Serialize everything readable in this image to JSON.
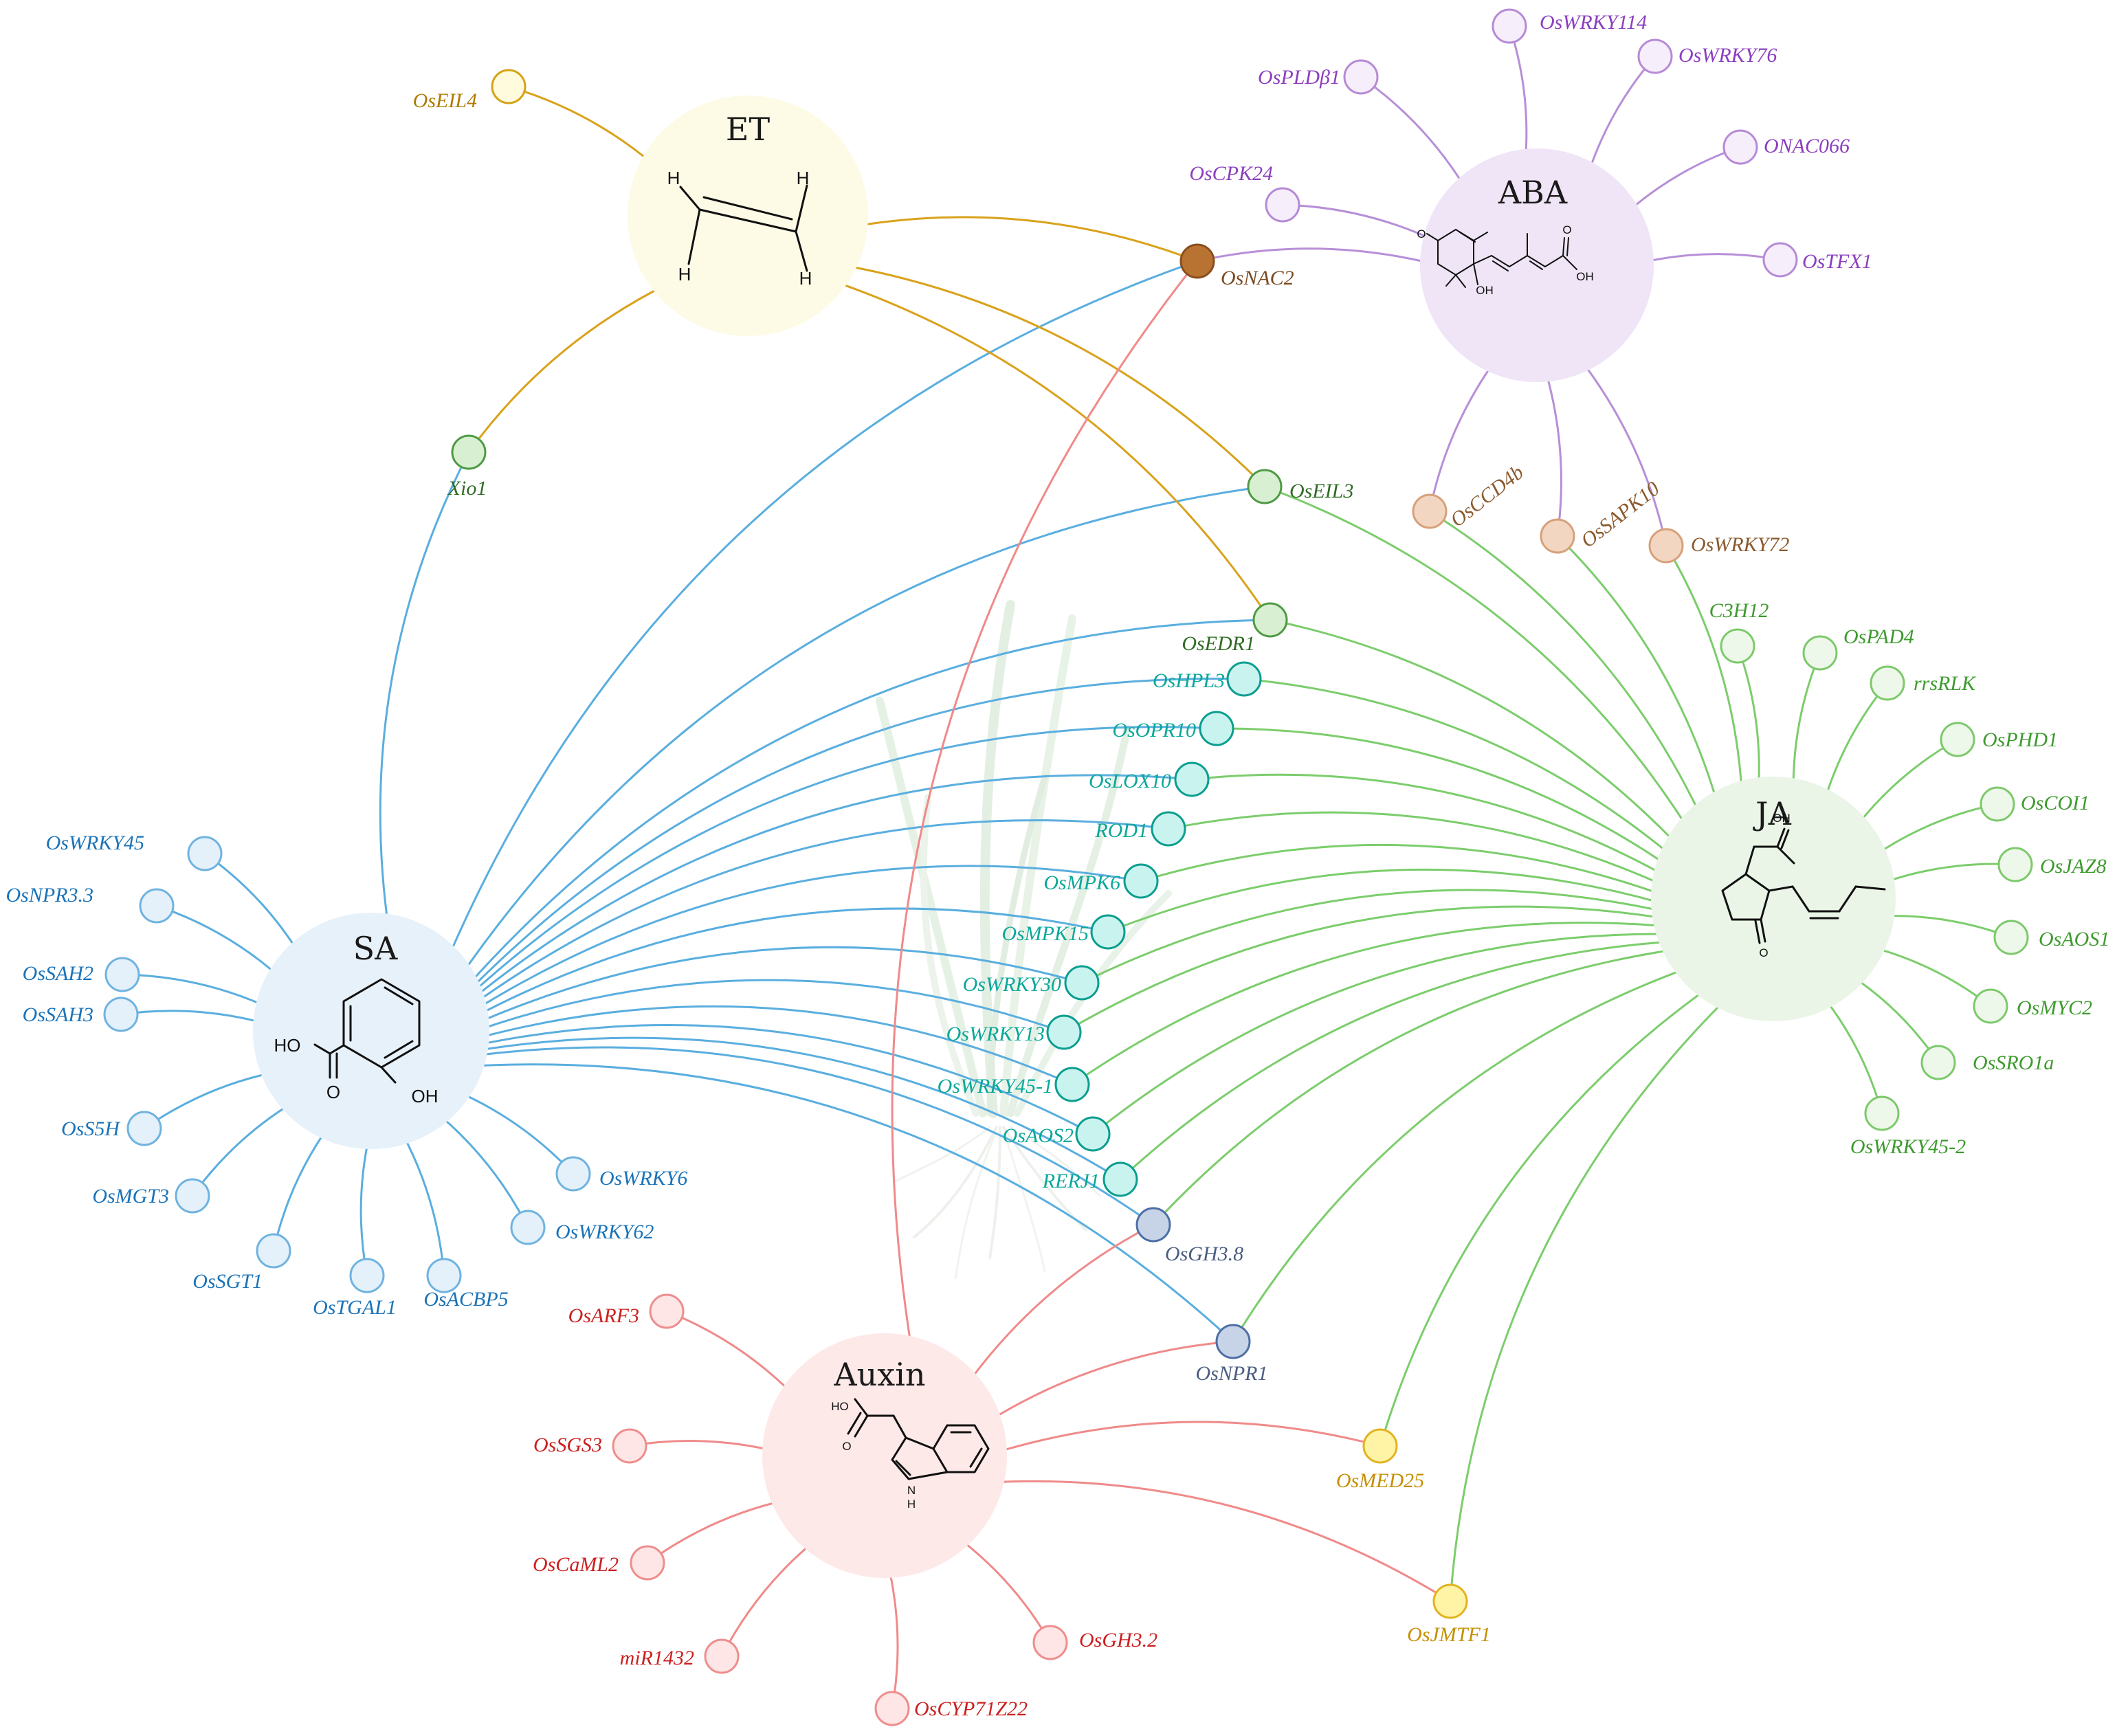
{
  "colors": {
    "SA": {
      "line": "#5aaedf",
      "fill": "#e6f1fa",
      "node": "#e4f0fa",
      "nodeStroke": "#6fb3e0",
      "text": "#1a73b8"
    },
    "ET": {
      "line": "#d9a21b",
      "fill": "#fdfbe6",
      "node": "#fffbdc",
      "nodeStroke": "#d4a317",
      "text": "#b07a00"
    },
    "ABA": {
      "line": "#b78fd8",
      "fill": "#efe5f6",
      "node": "#f6eefb",
      "nodeStroke": "#b68ad6",
      "text": "#8b3fbf"
    },
    "JA": {
      "line": "#7ccd6c",
      "fill": "#eaf5e7",
      "node": "#eef8ea",
      "nodeStroke": "#7dc96c",
      "text": "#3d9b2e"
    },
    "Auxin": {
      "line": "#f08a8a",
      "fill": "#fde9e8",
      "node": "#fde6e5",
      "nodeStroke": "#ee8d8d",
      "text": "#cc1f1f"
    },
    "cyan": {
      "node": "#c9f3ef",
      "nodeStroke": "#0b9e8f",
      "text": "#09a89a"
    },
    "darkgreen": {
      "node": "#d8efd2",
      "nodeStroke": "#4f9a44",
      "text": "#2f6b25"
    },
    "tan": {
      "node": "#f3d6c1",
      "nodeStroke": "#d7a07a",
      "text": "#8a5a2e"
    },
    "brown": {
      "node": "#b87333",
      "nodeStroke": "#8a4e1e",
      "text": "#7a4a20"
    },
    "navy": {
      "node": "#c7d3e6",
      "nodeStroke": "#4d6ea6",
      "text": "#4a5d80"
    },
    "gold": {
      "node": "#fff3a6",
      "nodeStroke": "#e2b321",
      "text": "#c58f00"
    }
  },
  "hubs": [
    {
      "id": "SA",
      "label": "SA"
    },
    {
      "id": "ET",
      "label": "ET"
    },
    {
      "id": "ABA",
      "label": "ABA"
    },
    {
      "id": "JA",
      "label": "JA"
    },
    {
      "id": "Auxin",
      "label": "Auxin"
    }
  ],
  "atoms": {
    "H": "H",
    "HO": "HO",
    "OH": "OH",
    "O": "O",
    "N": "N"
  },
  "genes": [
    {
      "id": "OsWRKY45",
      "label": "OsWRKY45",
      "group": "SA"
    },
    {
      "id": "OsNPR3.3",
      "label": "OsNPR3.3",
      "group": "SA"
    },
    {
      "id": "OsSAH2",
      "label": "OsSAH2",
      "group": "SA"
    },
    {
      "id": "OsSAH3",
      "label": "OsSAH3",
      "group": "SA"
    },
    {
      "id": "OsS5H",
      "label": "OsS5H",
      "group": "SA"
    },
    {
      "id": "OsMGT3",
      "label": "OsMGT3",
      "group": "SA"
    },
    {
      "id": "OsSGT1",
      "label": "OsSGT1",
      "group": "SA"
    },
    {
      "id": "OsTGAL1",
      "label": "OsTGAL1",
      "group": "SA"
    },
    {
      "id": "OsACBP5",
      "label": "OsACBP5",
      "group": "SA"
    },
    {
      "id": "OsWRKY62",
      "label": "OsWRKY62",
      "group": "SA"
    },
    {
      "id": "OsWRKY6",
      "label": "OsWRKY6",
      "group": "SA"
    },
    {
      "id": "OsEIL4",
      "label": "OsEIL4",
      "group": "ET"
    },
    {
      "id": "Xio1",
      "label": "Xio1",
      "group": "darkgreen"
    },
    {
      "id": "OsNAC2",
      "label": "OsNAC2",
      "group": "brown"
    },
    {
      "id": "OsEIL3",
      "label": "OsEIL3",
      "group": "darkgreen"
    },
    {
      "id": "OsEDR1",
      "label": "OsEDR1",
      "group": "darkgreen"
    },
    {
      "id": "OsWRKY114",
      "label": "OsWRKY114",
      "group": "ABA"
    },
    {
      "id": "OsPLDb1",
      "label": "OsPLDβ1",
      "group": "ABA"
    },
    {
      "id": "OsWRKY76",
      "label": "OsWRKY76",
      "group": "ABA"
    },
    {
      "id": "ONAC066",
      "label": "ONAC066",
      "group": "ABA"
    },
    {
      "id": "OsCPK24",
      "label": "OsCPK24",
      "group": "ABA"
    },
    {
      "id": "OsTFX1",
      "label": "OsTFX1",
      "group": "ABA"
    },
    {
      "id": "OsCCD4b",
      "label": "OsCCD4b",
      "group": "tan"
    },
    {
      "id": "OsSAPK10",
      "label": "OsSAPK10",
      "group": "tan"
    },
    {
      "id": "OsWRKY72",
      "label": "OsWRKY72",
      "group": "tan"
    },
    {
      "id": "C3H12",
      "label": "C3H12",
      "group": "JA"
    },
    {
      "id": "OsPAD4",
      "label": "OsPAD4",
      "group": "JA"
    },
    {
      "id": "rrsRLK",
      "label": "rrsRLK",
      "group": "JA"
    },
    {
      "id": "OsPHD1",
      "label": "OsPHD1",
      "group": "JA"
    },
    {
      "id": "OsCOI1",
      "label": "OsCOI1",
      "group": "JA"
    },
    {
      "id": "OsJAZ8",
      "label": "OsJAZ8",
      "group": "JA"
    },
    {
      "id": "OsAOS1",
      "label": "OsAOS1",
      "group": "JA"
    },
    {
      "id": "OsMYC2",
      "label": "OsMYC2",
      "group": "JA"
    },
    {
      "id": "OsSRO1a",
      "label": "OsSRO1a",
      "group": "JA"
    },
    {
      "id": "OsWRKY45-2",
      "label": "OsWRKY45-2",
      "group": "JA"
    },
    {
      "id": "OsHPL3",
      "label": "OsHPL3",
      "group": "cyan"
    },
    {
      "id": "OsOPR10",
      "label": "OsOPR10",
      "group": "cyan"
    },
    {
      "id": "OsLOX10",
      "label": "OsLOX10",
      "group": "cyan"
    },
    {
      "id": "ROD1",
      "label": "ROD1",
      "group": "cyan"
    },
    {
      "id": "OsMPK6",
      "label": "OsMPK6",
      "group": "cyan"
    },
    {
      "id": "OsMPK15",
      "label": "OsMPK15",
      "group": "cyan"
    },
    {
      "id": "OsWRKY30",
      "label": "OsWRKY30",
      "group": "cyan"
    },
    {
      "id": "OsWRKY13",
      "label": "OsWRKY13",
      "group": "cyan"
    },
    {
      "id": "OsWRKY45-1",
      "label": "OsWRKY45-1",
      "group": "cyan"
    },
    {
      "id": "OsAOS2",
      "label": "OsAOS2",
      "group": "cyan"
    },
    {
      "id": "RERJ1",
      "label": "RERJ1",
      "group": "cyan"
    },
    {
      "id": "OsGH3.8",
      "label": "OsGH3.8",
      "group": "navy"
    },
    {
      "id": "OsNPR1",
      "label": "OsNPR1",
      "group": "navy"
    },
    {
      "id": "OsARF3",
      "label": "OsARF3",
      "group": "Auxin"
    },
    {
      "id": "OsSGS3",
      "label": "OsSGS3",
      "group": "Auxin"
    },
    {
      "id": "OsCaML2",
      "label": "OsCaML2",
      "group": "Auxin"
    },
    {
      "id": "miR1432",
      "label": "miR1432",
      "group": "Auxin"
    },
    {
      "id": "OsCYP71Z22",
      "label": "OsCYP71Z22",
      "group": "Auxin"
    },
    {
      "id": "OsGH3.2",
      "label": "OsGH3.2",
      "group": "Auxin"
    },
    {
      "id": "OsMED25",
      "label": "OsMED25",
      "group": "gold"
    },
    {
      "id": "OsJMTF1",
      "label": "OsJMTF1",
      "group": "gold"
    }
  ],
  "edges": [
    {
      "from": "SA",
      "to": "OsWRKY45",
      "color": "SA"
    },
    {
      "from": "SA",
      "to": "OsNPR3.3",
      "color": "SA"
    },
    {
      "from": "SA",
      "to": "OsSAH2",
      "color": "SA"
    },
    {
      "from": "SA",
      "to": "OsSAH3",
      "color": "SA"
    },
    {
      "from": "SA",
      "to": "OsS5H",
      "color": "SA"
    },
    {
      "from": "SA",
      "to": "OsMGT3",
      "color": "SA"
    },
    {
      "from": "SA",
      "to": "OsSGT1",
      "color": "SA"
    },
    {
      "from": "SA",
      "to": "OsTGAL1",
      "color": "SA"
    },
    {
      "from": "SA",
      "to": "OsACBP5",
      "color": "SA"
    },
    {
      "from": "SA",
      "to": "OsWRKY62",
      "color": "SA"
    },
    {
      "from": "SA",
      "to": "OsWRKY6",
      "color": "SA"
    },
    {
      "from": "SA",
      "to": "Xio1",
      "color": "SA"
    },
    {
      "from": "SA",
      "to": "OsNAC2",
      "color": "SA"
    },
    {
      "from": "SA",
      "to": "OsEIL3",
      "color": "SA"
    },
    {
      "from": "SA",
      "to": "OsEDR1",
      "color": "SA"
    },
    {
      "from": "SA",
      "to": "OsHPL3",
      "color": "SA"
    },
    {
      "from": "SA",
      "to": "OsOPR10",
      "color": "SA"
    },
    {
      "from": "SA",
      "to": "OsLOX10",
      "color": "SA"
    },
    {
      "from": "SA",
      "to": "ROD1",
      "color": "SA"
    },
    {
      "from": "SA",
      "to": "OsMPK6",
      "color": "SA"
    },
    {
      "from": "SA",
      "to": "OsMPK15",
      "color": "SA"
    },
    {
      "from": "SA",
      "to": "OsWRKY30",
      "color": "SA"
    },
    {
      "from": "SA",
      "to": "OsWRKY13",
      "color": "SA"
    },
    {
      "from": "SA",
      "to": "OsWRKY45-1",
      "color": "SA"
    },
    {
      "from": "SA",
      "to": "OsAOS2",
      "color": "SA"
    },
    {
      "from": "SA",
      "to": "RERJ1",
      "color": "SA"
    },
    {
      "from": "SA",
      "to": "OsGH3.8",
      "color": "SA"
    },
    {
      "from": "SA",
      "to": "OsNPR1",
      "color": "SA"
    },
    {
      "from": "ET",
      "to": "OsEIL4",
      "color": "ET"
    },
    {
      "from": "ET",
      "to": "Xio1",
      "color": "ET"
    },
    {
      "from": "ET",
      "to": "OsNAC2",
      "color": "ET"
    },
    {
      "from": "ET",
      "to": "OsEIL3",
      "color": "ET"
    },
    {
      "from": "ET",
      "to": "OsEDR1",
      "color": "ET"
    },
    {
      "from": "ABA",
      "to": "OsWRKY114",
      "color": "ABA"
    },
    {
      "from": "ABA",
      "to": "OsPLDb1",
      "color": "ABA"
    },
    {
      "from": "ABA",
      "to": "OsWRKY76",
      "color": "ABA"
    },
    {
      "from": "ABA",
      "to": "ONAC066",
      "color": "ABA"
    },
    {
      "from": "ABA",
      "to": "OsCPK24",
      "color": "ABA"
    },
    {
      "from": "ABA",
      "to": "OsTFX1",
      "color": "ABA"
    },
    {
      "from": "ABA",
      "to": "OsNAC2",
      "color": "ABA"
    },
    {
      "from": "ABA",
      "to": "OsCCD4b",
      "color": "ABA"
    },
    {
      "from": "ABA",
      "to": "OsSAPK10",
      "color": "ABA"
    },
    {
      "from": "ABA",
      "to": "OsWRKY72",
      "color": "ABA"
    },
    {
      "from": "JA",
      "to": "C3H12",
      "color": "JA"
    },
    {
      "from": "JA",
      "to": "OsPAD4",
      "color": "JA"
    },
    {
      "from": "JA",
      "to": "rrsRLK",
      "color": "JA"
    },
    {
      "from": "JA",
      "to": "OsPHD1",
      "color": "JA"
    },
    {
      "from": "JA",
      "to": "OsCOI1",
      "color": "JA"
    },
    {
      "from": "JA",
      "to": "OsJAZ8",
      "color": "JA"
    },
    {
      "from": "JA",
      "to": "OsAOS1",
      "color": "JA"
    },
    {
      "from": "JA",
      "to": "OsMYC2",
      "color": "JA"
    },
    {
      "from": "JA",
      "to": "OsSRO1a",
      "color": "JA"
    },
    {
      "from": "JA",
      "to": "OsWRKY45-2",
      "color": "JA"
    },
    {
      "from": "JA",
      "to": "OsCCD4b",
      "color": "JA"
    },
    {
      "from": "JA",
      "to": "OsSAPK10",
      "color": "JA"
    },
    {
      "from": "JA",
      "to": "OsWRKY72",
      "color": "JA"
    },
    {
      "from": "JA",
      "to": "OsEIL3",
      "color": "JA"
    },
    {
      "from": "JA",
      "to": "OsEDR1",
      "color": "JA"
    },
    {
      "from": "JA",
      "to": "OsHPL3",
      "color": "JA"
    },
    {
      "from": "JA",
      "to": "OsOPR10",
      "color": "JA"
    },
    {
      "from": "JA",
      "to": "OsLOX10",
      "color": "JA"
    },
    {
      "from": "JA",
      "to": "ROD1",
      "color": "JA"
    },
    {
      "from": "JA",
      "to": "OsMPK6",
      "color": "JA"
    },
    {
      "from": "JA",
      "to": "OsMPK15",
      "color": "JA"
    },
    {
      "from": "JA",
      "to": "OsWRKY30",
      "color": "JA"
    },
    {
      "from": "JA",
      "to": "OsWRKY13",
      "color": "JA"
    },
    {
      "from": "JA",
      "to": "OsWRKY45-1",
      "color": "JA"
    },
    {
      "from": "JA",
      "to": "OsAOS2",
      "color": "JA"
    },
    {
      "from": "JA",
      "to": "RERJ1",
      "color": "JA"
    },
    {
      "from": "JA",
      "to": "OsGH3.8",
      "color": "JA"
    },
    {
      "from": "JA",
      "to": "OsNPR1",
      "color": "JA"
    },
    {
      "from": "JA",
      "to": "OsMED25",
      "color": "JA"
    },
    {
      "from": "JA",
      "to": "OsJMTF1",
      "color": "JA"
    },
    {
      "from": "Auxin",
      "to": "OsARF3",
      "color": "Auxin"
    },
    {
      "from": "Auxin",
      "to": "OsSGS3",
      "color": "Auxin"
    },
    {
      "from": "Auxin",
      "to": "OsCaML2",
      "color": "Auxin"
    },
    {
      "from": "Auxin",
      "to": "miR1432",
      "color": "Auxin"
    },
    {
      "from": "Auxin",
      "to": "OsCYP71Z22",
      "color": "Auxin"
    },
    {
      "from": "Auxin",
      "to": "OsGH3.2",
      "color": "Auxin"
    },
    {
      "from": "Auxin",
      "to": "OsNAC2",
      "color": "Auxin"
    },
    {
      "from": "Auxin",
      "to": "OsGH3.8",
      "color": "Auxin"
    },
    {
      "from": "Auxin",
      "to": "OsNPR1",
      "color": "Auxin"
    },
    {
      "from": "Auxin",
      "to": "OsMED25",
      "color": "Auxin"
    },
    {
      "from": "Auxin",
      "to": "OsJMTF1",
      "color": "Auxin"
    }
  ]
}
